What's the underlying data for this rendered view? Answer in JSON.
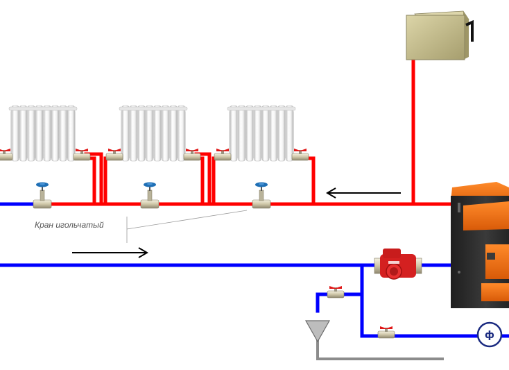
{
  "labels": {
    "needle_valve": "Кран игольчатый",
    "filter_symbol": "ф"
  },
  "colors": {
    "supply_pipe": "#ff0000",
    "return_pipe": "#0000ff",
    "drain_pipe": "#8c8c8c",
    "boiler_body": "#2b2b2b",
    "boiler_accent": "#ee6a0f",
    "expansion_tank": "#c8c08e",
    "pump": "#d42020",
    "valve_handle_red": "#e01818",
    "needle_valve_handle": "#1f6fb5",
    "flow_arrow": "#000000"
  },
  "components": {
    "radiator_count": 3,
    "radiator_sections": 8,
    "needle_valve_count": 3,
    "flow_arrows": [
      "left",
      "right"
    ],
    "icons": [
      "radiator-icon",
      "needle-valve-icon",
      "ball-valve-icon",
      "circulation-pump-icon",
      "boiler-icon",
      "expansion-tank-icon",
      "filter-icon",
      "drain-funnel-icon",
      "flow-arrow-icon"
    ]
  }
}
